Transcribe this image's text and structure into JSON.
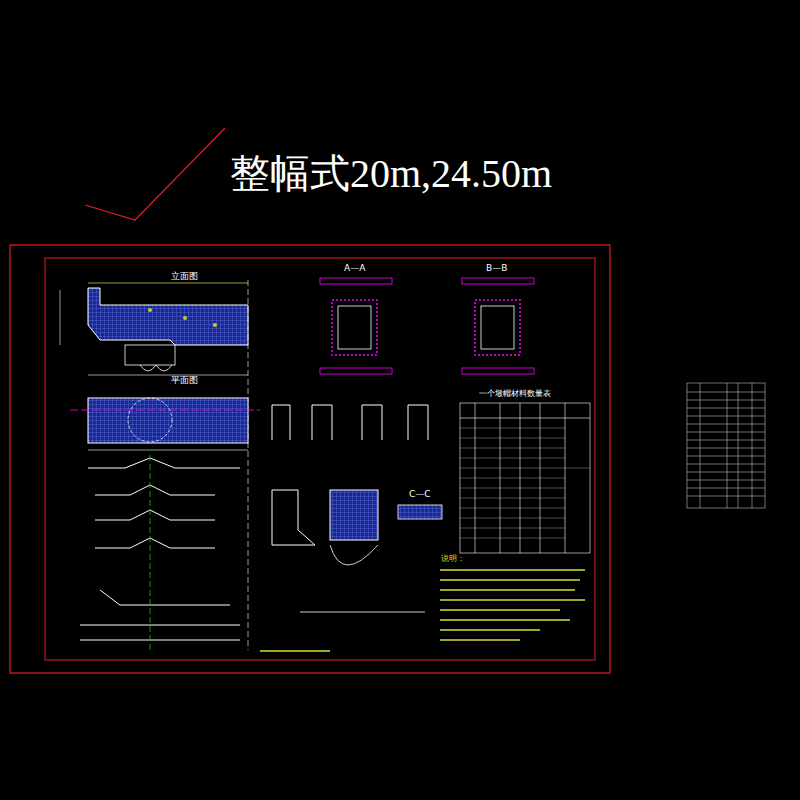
{
  "diagram": {
    "title": "整幅式20m,24.50m",
    "labels": [
      "立面图",
      "平面图",
      "A—A",
      "B—B",
      "C—C",
      "一个墩帽材料数量表",
      "说明："
    ]
  }
}
